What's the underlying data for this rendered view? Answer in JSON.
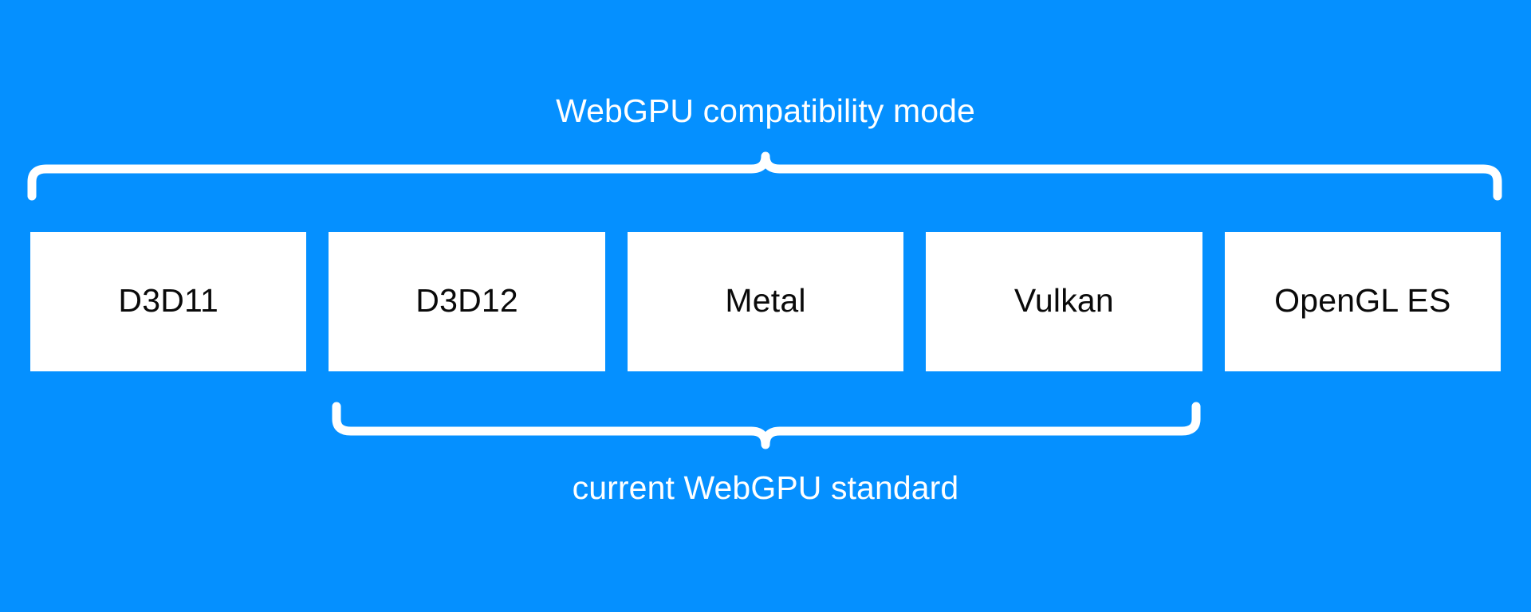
{
  "background_color": "#0590ff",
  "box_color": "#ffffff",
  "text_color_on_blue": "#ffffff",
  "text_color_on_box": "#0a0a0a",
  "top_group": {
    "label": "WebGPU compatibility mode",
    "brace_direction": "up",
    "covers": [
      "D3D11",
      "D3D12",
      "Metal",
      "Vulkan",
      "OpenGL ES"
    ]
  },
  "bottom_group": {
    "label": "current WebGPU standard",
    "brace_direction": "down",
    "covers": [
      "D3D12",
      "Metal",
      "Vulkan"
    ]
  },
  "apis": [
    {
      "label": "D3D11"
    },
    {
      "label": "D3D12"
    },
    {
      "label": "Metal"
    },
    {
      "label": "Vulkan"
    },
    {
      "label": "OpenGL ES"
    }
  ]
}
